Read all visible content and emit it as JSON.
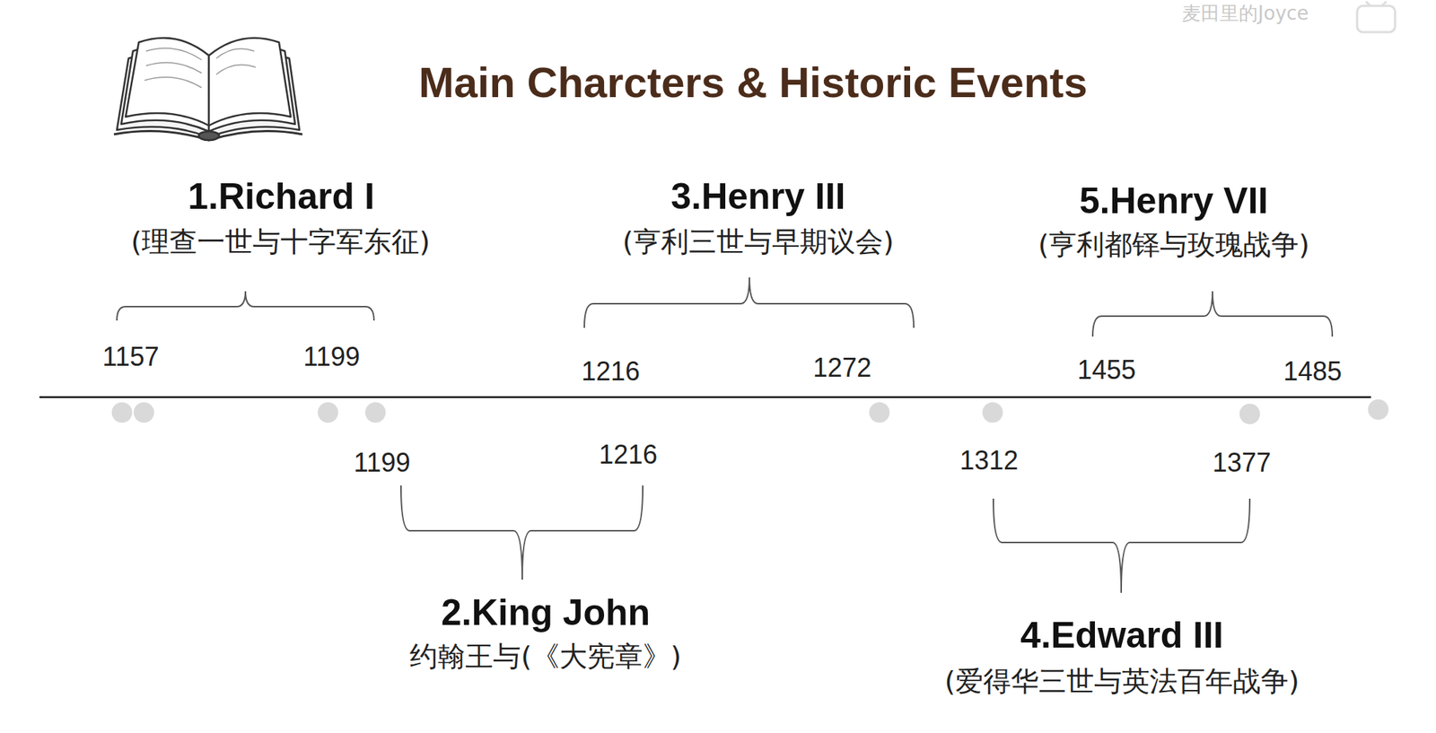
{
  "diagram": {
    "title": "Main Charcters & Historic Events",
    "labels": [
      "麦田里的Joyce",
      "1.Richard I",
      "(理查一世与十字军东征)",
      "1157",
      "1199",
      "3.Henry III",
      "(亨利三世与早期议会)",
      "1216",
      "1272",
      "5.Henry VII",
      "(亨利都铎与玫瑰战争)",
      "1455",
      "1485",
      "1199",
      "1216",
      "2.King John",
      "约翰王与(《大宪章》)",
      "1312",
      "1377",
      "4.Edward III",
      "(爱得华三世与英法百年战争)"
    ]
  }
}
